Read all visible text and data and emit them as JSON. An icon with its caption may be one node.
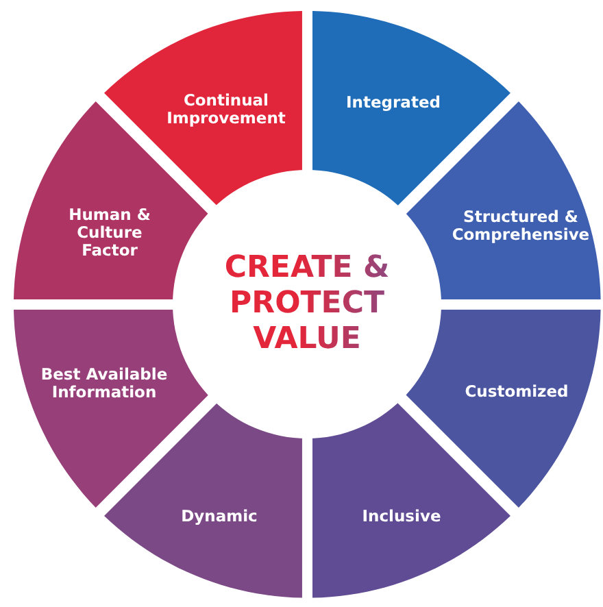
{
  "diagram": {
    "nodes": [
      {
        "text": [
          "CREATE & PROTECT VALUE"
        ]
      },
      {
        "text": [
          "Integrated"
        ]
      },
      {
        "text": [
          "Structured & Comprehensive"
        ]
      },
      {
        "text": [
          "Customized"
        ]
      },
      {
        "text": [
          "Inclusive"
        ]
      },
      {
        "text": [
          "Dynamic"
        ]
      },
      {
        "text": [
          "Best Available Information"
        ]
      },
      {
        "text": [
          "Human & Culture Factor"
        ]
      },
      {
        "text": [
          "Continual Improvement"
        ]
      }
    ]
  }
}
